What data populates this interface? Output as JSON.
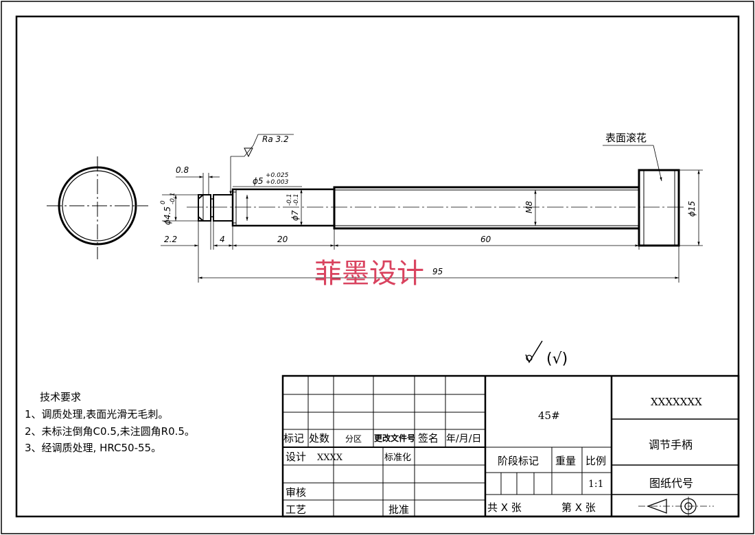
{
  "drawing": {
    "surface_note": "表面滚花",
    "roughness_top": "Ra 3.2",
    "roughness_general": "(√)",
    "watermark": "菲墨设计",
    "dims": {
      "d_tip": "0.8",
      "d_phi45": "ϕ4.5",
      "d_phi45_tol": "-0.1",
      "d_phi45_tol_up": "0",
      "d_phi5": "ϕ5",
      "d_phi5_tol_up": "+0.025",
      "d_phi5_tol_lo": "+0.003",
      "d_phi7": "ϕ7",
      "d_phi7_tol_up": "-0.1",
      "d_phi7_tol_lo": "-0.1",
      "d_m8": "M8",
      "d_phi15": "ϕ15",
      "l_22": "2.2",
      "l_4": "4",
      "l_20": "20",
      "l_60": "60",
      "l_95": "95"
    }
  },
  "tech_requirements": {
    "title": "技术要求",
    "items": [
      "1、调质处理,表面光滑无毛刺。",
      "2、未标注倒角C0.5,未注圆角R0.5。",
      "3、经调质处理, HRC50-55。"
    ]
  },
  "title_block": {
    "col_marker": "标记",
    "col_count": "处数",
    "col_zone": "分区",
    "col_docno": "更改文件号",
    "col_sign": "签名",
    "col_date": "年/月/日",
    "design": "设计",
    "designer": "XXXX",
    "standard": "标准化",
    "review": "审核",
    "process": "工艺",
    "approve": "批准",
    "material": "45#",
    "stage": "阶段标记",
    "weight": "重量",
    "ratio": "比例",
    "ratio_value": "1:1",
    "sheets_total": "共  X  张",
    "sheet_no": "第  X  张",
    "company": "XXXXXXX",
    "part_name": "调节手柄",
    "drawing_code": "图纸代号"
  }
}
